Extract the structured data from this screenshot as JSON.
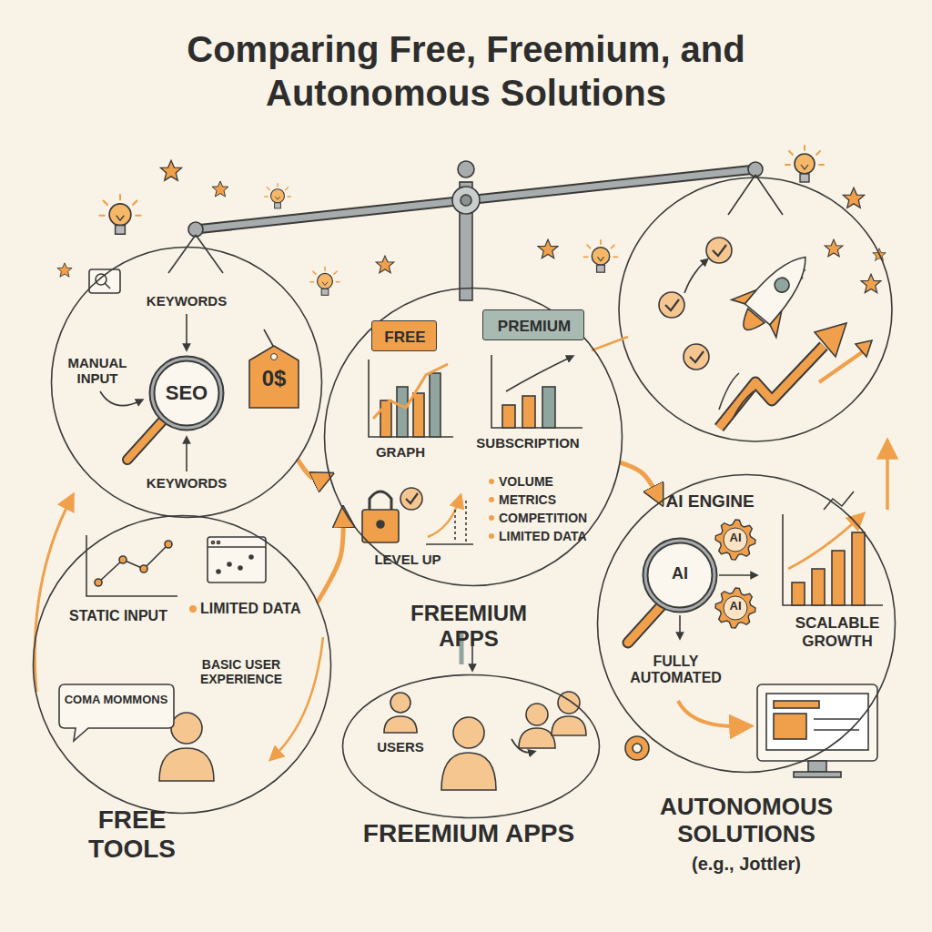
{
  "diagram": {
    "title": "Comparing Free, Freemium, and Autonomous Solutions",
    "nodes": [
      {
        "text": [
          "KEYWORDS",
          "MANUAL INPUT",
          "KEYWORDS"
        ]
      },
      {
        "text": [
          "SEO"
        ],
        "in": 0
      },
      {
        "text": [
          "0$"
        ],
        "in": 0
      },
      {
        "text": [
          "STATIC INPUT",
          "LIMITED DATA",
          "BASIC USER EXPERIENCE"
        ]
      },
      {
        "text": [
          "COMA MOMMONS"
        ],
        "in": 3
      },
      {
        "text": [
          "GRAPH",
          "SUBSCRIPTION",
          "VOLUME",
          "METRICS",
          "COMPETITION",
          "LIMITED DATA",
          "LEVEL UP",
          "FREEMIUM APPS"
        ]
      },
      {
        "text": [
          "FREE"
        ],
        "in": 5
      },
      {
        "text": [
          "PREMIUM"
        ],
        "in": 5
      },
      {
        "text": [
          "USERS"
        ]
      },
      {
        "text": [
          "AI ENGINE",
          "FULLY AUTOMATED",
          "SCALABLE GROWTH"
        ]
      },
      {
        "text": [
          "AI"
        ],
        "in": 9
      },
      {
        "text": [
          "AI"
        ],
        "in": 9
      },
      {
        "text": [
          "AI"
        ],
        "in": 9
      }
    ],
    "edges": [
      {
        "from": 0,
        "to": 5,
        "arrow": "to"
      },
      {
        "from": 3,
        "to": 5,
        "arrow": "to"
      },
      {
        "from": 5,
        "to": 9,
        "arrow": "to"
      }
    ],
    "labels": [
      "FREE TOOLS",
      "FREEMIUM APPS",
      "AUTONOMOUS SOLUTIONS",
      "(e.g., Jottler)"
    ]
  }
}
